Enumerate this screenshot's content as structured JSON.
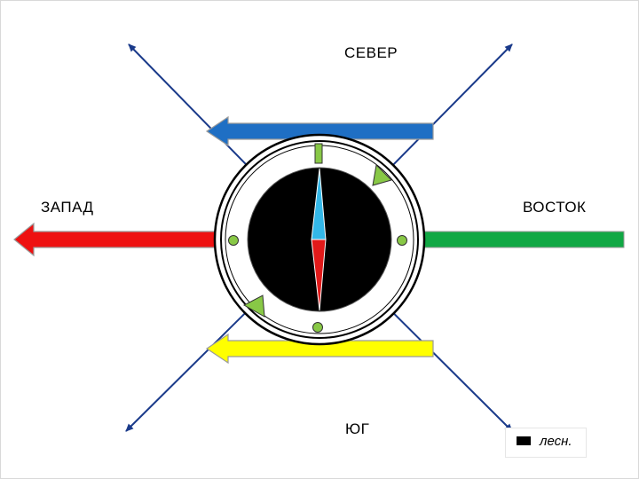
{
  "directions": {
    "north": "СЕВЕР",
    "south": "ЮГ",
    "west": "ЗАПАД",
    "east": "ВОСТОК"
  },
  "legend": {
    "label": "лесн."
  },
  "colors": {
    "north_arrow": "#1f6fc4",
    "west_arrow": "#ee1111",
    "east_arrow": "#11a844",
    "south_arrow": "#ffff00",
    "diagonal_lines": "#1a3a8a",
    "compass_face": "#000000",
    "needle_north": "#33b7e8",
    "needle_south": "#e11a1a",
    "markers": "#88c846"
  }
}
